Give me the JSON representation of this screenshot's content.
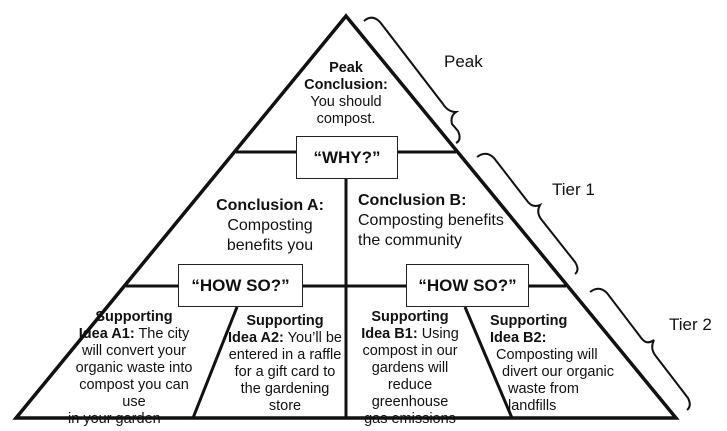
{
  "peak": {
    "title_line1": "Peak",
    "title_line2": "Conclusion:",
    "text_line1": "You should",
    "text_line2": "compost."
  },
  "why_box": {
    "label": "“WHY?”"
  },
  "conclusion_a": {
    "title": "Conclusion A:",
    "text_line1": "Composting",
    "text_line2": "benefits you"
  },
  "conclusion_b": {
    "title": "Conclusion B:",
    "text_line1": "Composting benefits",
    "text_line2": "the community"
  },
  "how_so_a": {
    "label": "“HOW SO?”"
  },
  "how_so_b": {
    "label": "“HOW SO?”"
  },
  "support_a1": {
    "title_line1": "Supporting",
    "title_line2": "Idea A1:",
    "lines": [
      "The city",
      "will convert your",
      "organic waste into",
      "compost you can use",
      "in your garden"
    ]
  },
  "support_a2": {
    "title_line1": "Supporting",
    "title_line2": "Idea A2:",
    "lines": [
      "You’ll be",
      "entered in a raffle",
      "for a gift card to",
      "the gardening",
      "store"
    ]
  },
  "support_b1": {
    "title_line1": "Supporting",
    "title_line2": "Idea B1:",
    "lines": [
      "Using",
      "compost in our",
      "gardens will",
      "reduce greenhouse",
      "gas emissions"
    ]
  },
  "support_b2": {
    "title_line1": "Supporting",
    "title_line2": "Idea B2:",
    "lines": [
      "Composting will",
      "divert our organic",
      "waste from landfills"
    ]
  },
  "tiers": {
    "peak": "Peak",
    "tier1": "Tier 1",
    "tier2": "Tier 2"
  }
}
